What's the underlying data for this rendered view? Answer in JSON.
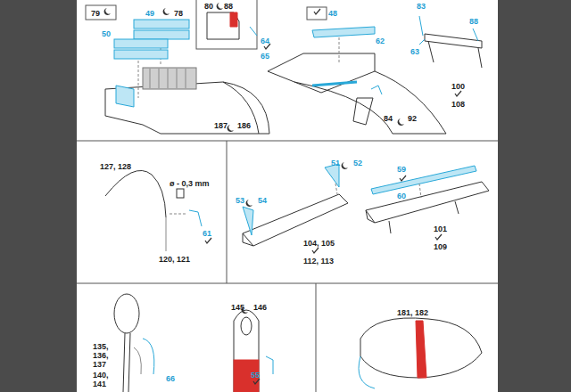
{
  "diagram": {
    "labels": [
      "79",
      "49",
      "78",
      "50",
      "80",
      "88",
      "64",
      "65",
      "48",
      "62",
      "63",
      "83",
      "88",
      "100",
      "108",
      "187",
      "186",
      "84",
      "92",
      "127, 128",
      "ø - 0,3 mm",
      "61",
      "120, 121",
      "51",
      "52",
      "53",
      "54",
      "104, 105",
      "112, 113",
      "59",
      "60",
      "101",
      "109",
      "135, 136, 137",
      "140, 141",
      "66",
      "145",
      "146",
      "55",
      "181, 182"
    ]
  }
}
